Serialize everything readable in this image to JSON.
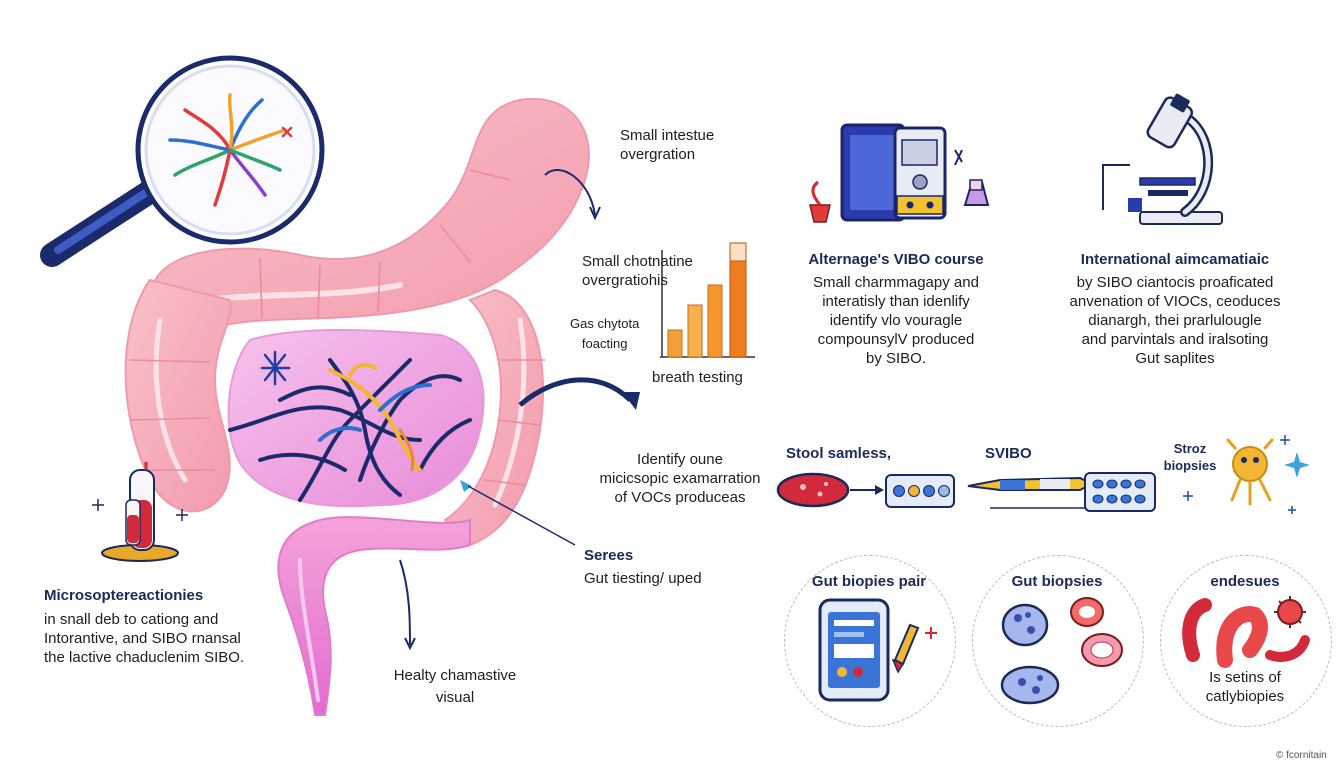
{
  "labels": {
    "small_intestine_overgrowth": [
      "Small intestue",
      "overgration"
    ],
    "small_chotnatine": [
      "Small chotnatine",
      "overgratiohis"
    ],
    "gas_chytota": [
      "Gas chytota",
      "foacting"
    ],
    "breath_testing": "breath testing",
    "identify": [
      "Identify oune",
      "micicsopic examarration",
      "of VOCs produceas"
    ],
    "serees": [
      "Serees",
      "Gut tiesting/ uped"
    ],
    "healty": [
      "Healty chamastive",
      "visual"
    ],
    "micro": {
      "title": "Microsoptereactionies",
      "lines": [
        "in snall deb to cationg and",
        "Intorantive, and SIBO rnansal",
        "the lactive chaduclenim SIBO."
      ]
    },
    "alternage": {
      "title": "Alternage's VIBO course",
      "lines": [
        "Small charmmagapy and",
        "interatisly than idenlify",
        "identify vlo vouragle",
        "compounsylV produced",
        "by SIBO."
      ]
    },
    "international": {
      "title": "International aimcamatiaic",
      "lines": [
        "by SIBO ciantocis proaficated",
        "anvenation of VIOCs, ceoduces",
        "dianargh, thei prarlulougle",
        "and parvintals and iralsoting",
        "Gut saplites"
      ]
    },
    "stool": "Stool samless,",
    "svibo": "SVIBO",
    "stroz": [
      "Stroz",
      "biopsies"
    ],
    "gut_biopsies_pair": "Gut biopies pair",
    "gut_biopsies": "Gut biopsies",
    "endesues": "endesues",
    "is_setins": [
      "Is setins of",
      "catlybiopies"
    ],
    "footer": "© fcornitain"
  },
  "colors": {
    "intestine": "#f5a9b8",
    "intestine_dark": "#ec7fa0",
    "small_intestine": "#f0a3df",
    "bacteria_navy": "#1b2a6b",
    "accent_blue": "#1c4fa8",
    "tube_red": "#d22a3a",
    "tube_orange": "#f09a2a",
    "gold": "#f2b632"
  },
  "icons": [
    "magnifier-icon",
    "test-tube-icon",
    "lab-machine-icon",
    "microscope-icon",
    "stool-sample-icon",
    "sample-tray-icon",
    "pipette-icon",
    "bacterium-icon",
    "sparkle-icon",
    "phone-icon",
    "cells-icon",
    "worm-icon",
    "virus-icon",
    "arrow-icon"
  ]
}
